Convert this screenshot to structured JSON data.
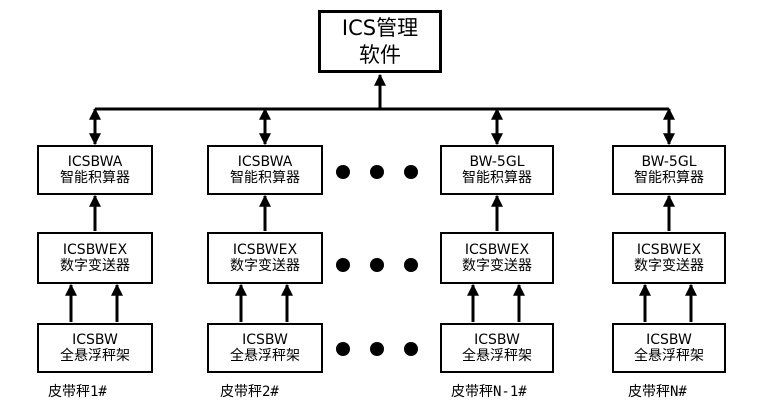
{
  "top": {
    "line1": "ICS管理",
    "line2": "软件"
  },
  "columns": [
    {
      "integrator": {
        "model": "ICSBWA",
        "name": "智能积算器"
      },
      "transmitter": {
        "model": "ICSBWEX",
        "name": "数字变送器"
      },
      "frame": {
        "model": "ICSBW",
        "name": "全悬浮秤架"
      },
      "caption": "皮带秤1#"
    },
    {
      "integrator": {
        "model": "ICSBWA",
        "name": "智能积算器"
      },
      "transmitter": {
        "model": "ICSBWEX",
        "name": "数字变送器"
      },
      "frame": {
        "model": "ICSBW",
        "name": "全悬浮秤架"
      },
      "caption": "皮带秤2#"
    },
    {
      "integrator": {
        "model": "BW-5GL",
        "name": "智能积算器"
      },
      "transmitter": {
        "model": "ICSBWEX",
        "name": "数字变送器"
      },
      "frame": {
        "model": "ICSBW",
        "name": "全悬浮秤架"
      },
      "caption": "皮带秤N-1#"
    },
    {
      "integrator": {
        "model": "BW-5GL",
        "name": "智能积算器"
      },
      "transmitter": {
        "model": "ICSBWEX",
        "name": "数字变送器"
      },
      "frame": {
        "model": "ICSBW",
        "name": "全悬浮秤架"
      },
      "caption": "皮带秤N#"
    }
  ]
}
